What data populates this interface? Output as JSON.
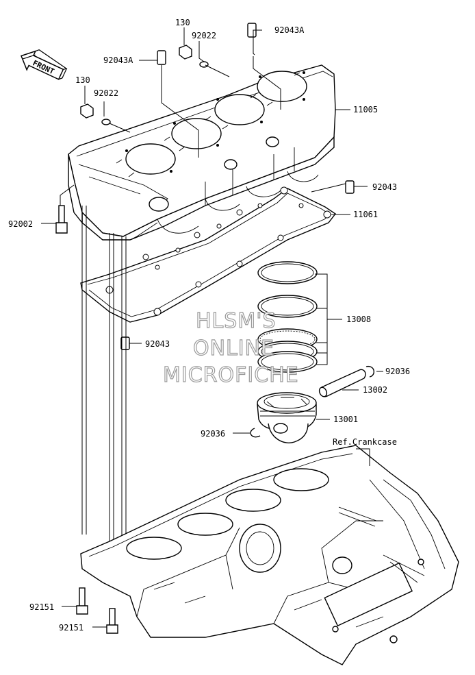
{
  "front_marker": "FRONT",
  "labels": {
    "l130a": "130",
    "l92022a": "92022",
    "l92043A_top": "92043A",
    "l92043A_left": "92043A",
    "l130b": "130",
    "l92022b": "92022",
    "l11005": "11005",
    "l92043_right": "92043",
    "l92002": "92002",
    "l11061": "11061",
    "l13008": "13008",
    "l92043_left": "92043",
    "l92036_right": "92036",
    "l13002": "13002",
    "l13001": "13001",
    "l92036_left": "92036",
    "ref_crankcase": "Ref.Crankcase",
    "l92151a": "92151",
    "l92151b": "92151"
  },
  "watermark": [
    "HLSM'S",
    "ONLINE",
    "MICROFICHE"
  ]
}
